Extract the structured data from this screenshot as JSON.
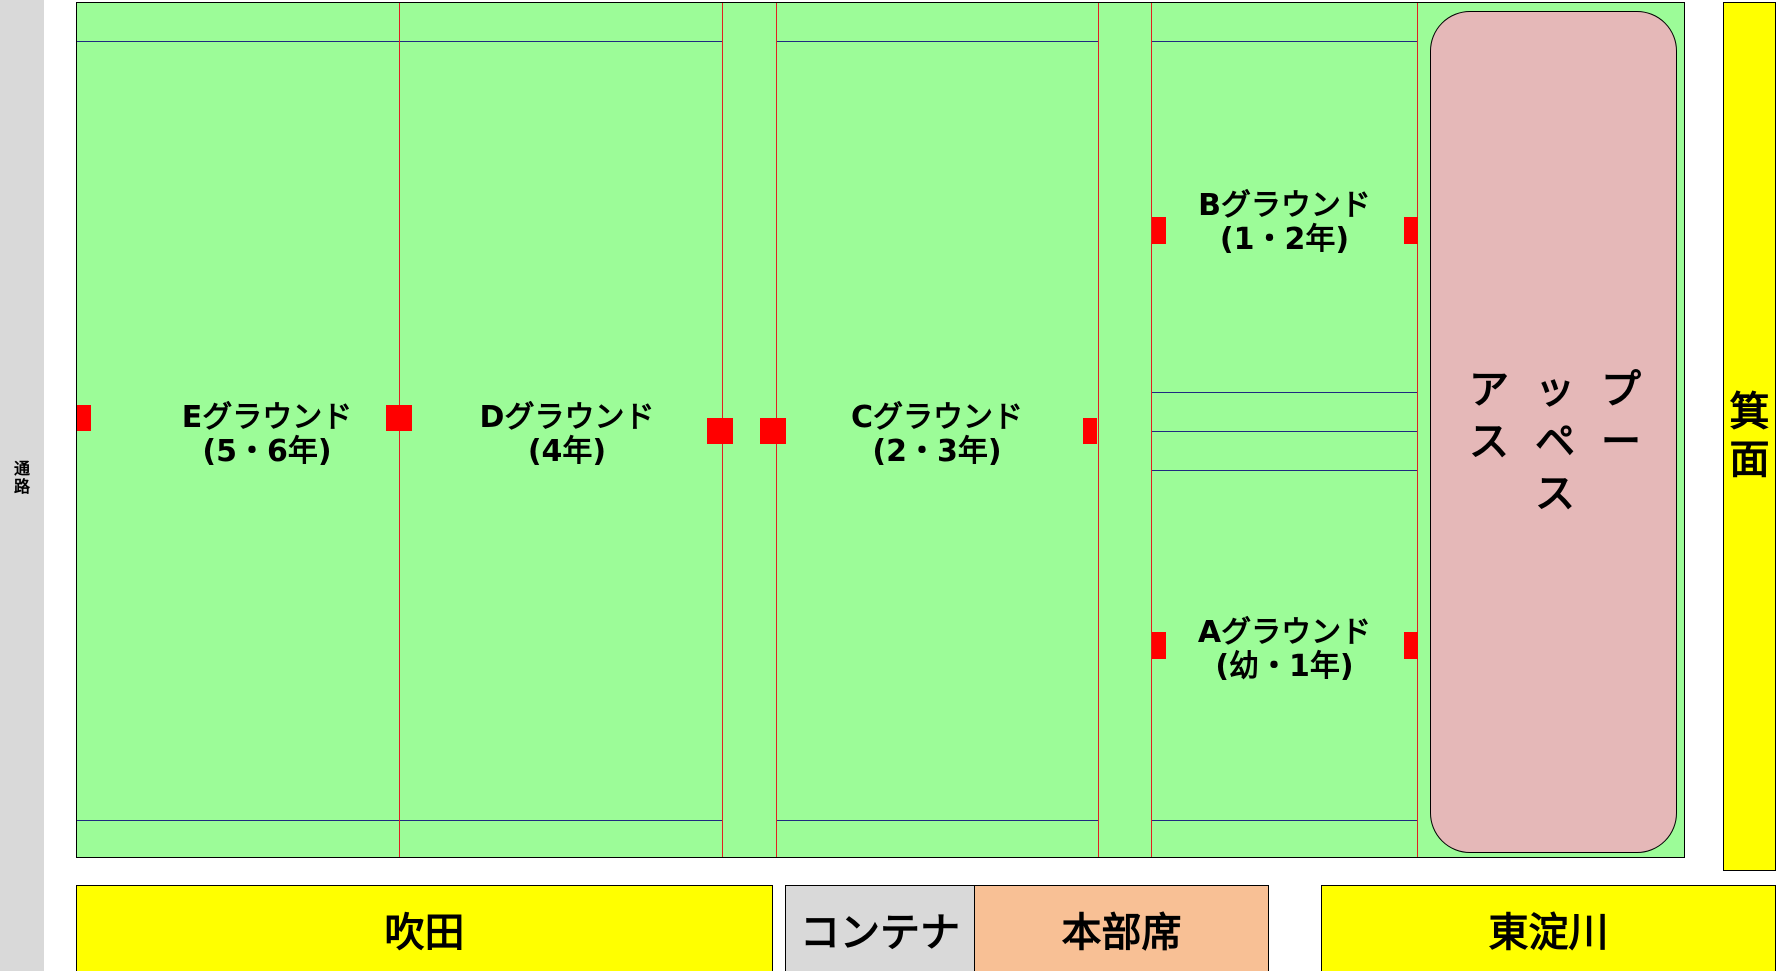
{
  "left_road": {
    "chars": [
      "通",
      "路"
    ]
  },
  "grounds": {
    "E": {
      "name": "Eグラウンド",
      "grade": "(5・6年)"
    },
    "D": {
      "name": "Dグラウンド",
      "grade": "(4年)"
    },
    "C": {
      "name": "Cグラウンド",
      "grade": "(2・3年)"
    },
    "B": {
      "name": "Bグラウンド",
      "grade": "(1・2年)"
    },
    "A": {
      "name": "Aグラウンド",
      "grade": "(幼・1年)"
    }
  },
  "up_space": {
    "columns": [
      [
        "ア",
        "ス"
      ],
      [
        "ッ",
        "ペ",
        "ス"
      ],
      [
        "プ",
        "ー"
      ]
    ]
  },
  "right_side": {
    "chars": [
      "箕",
      "面"
    ]
  },
  "bottom": {
    "suita": "吹田",
    "container": "コンテナ",
    "honbu": "本部席",
    "higashiyodogawa": "東淀川"
  },
  "colors": {
    "field": "#9cfc98",
    "line_red": "#e02020",
    "line_blue": "#1f2a80",
    "marker": "#ff0000",
    "yellow": "#ffff00",
    "pink": "#e5b8b8",
    "orange": "#f8c095",
    "road": "#d9d9d9"
  }
}
